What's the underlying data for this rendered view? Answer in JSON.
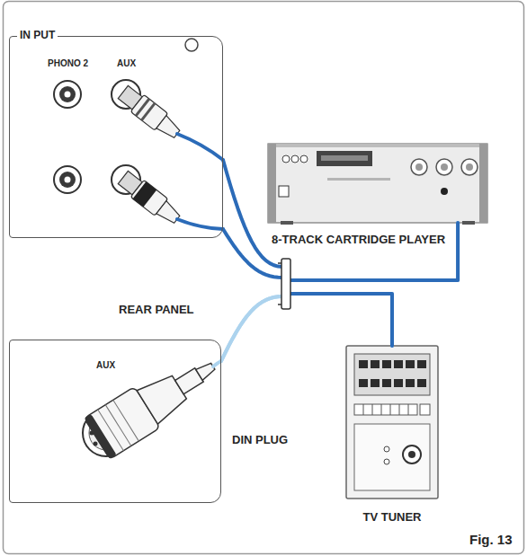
{
  "diagram": {
    "caption": "Fig. 13",
    "nodes": [
      {
        "text": [
          "IN PUT",
          "PHONO 2",
          "AUX"
        ]
      },
      {
        "text": [
          "AUX"
        ]
      },
      {
        "text": [
          "8-TRACK CARTRIDGE PLAYER"
        ]
      },
      {
        "text": [
          "TV TUNER"
        ]
      }
    ],
    "edges": [
      {
        "from": 0,
        "to": 2,
        "arrow": "none"
      },
      {
        "from": 0,
        "to": 3,
        "arrow": "none"
      },
      {
        "from": 1,
        "to": 2,
        "arrow": "none"
      },
      {
        "from": 1,
        "to": 3,
        "arrow": "none"
      }
    ],
    "labels": [
      "REAR PANEL",
      "DIN PLUG"
    ]
  }
}
